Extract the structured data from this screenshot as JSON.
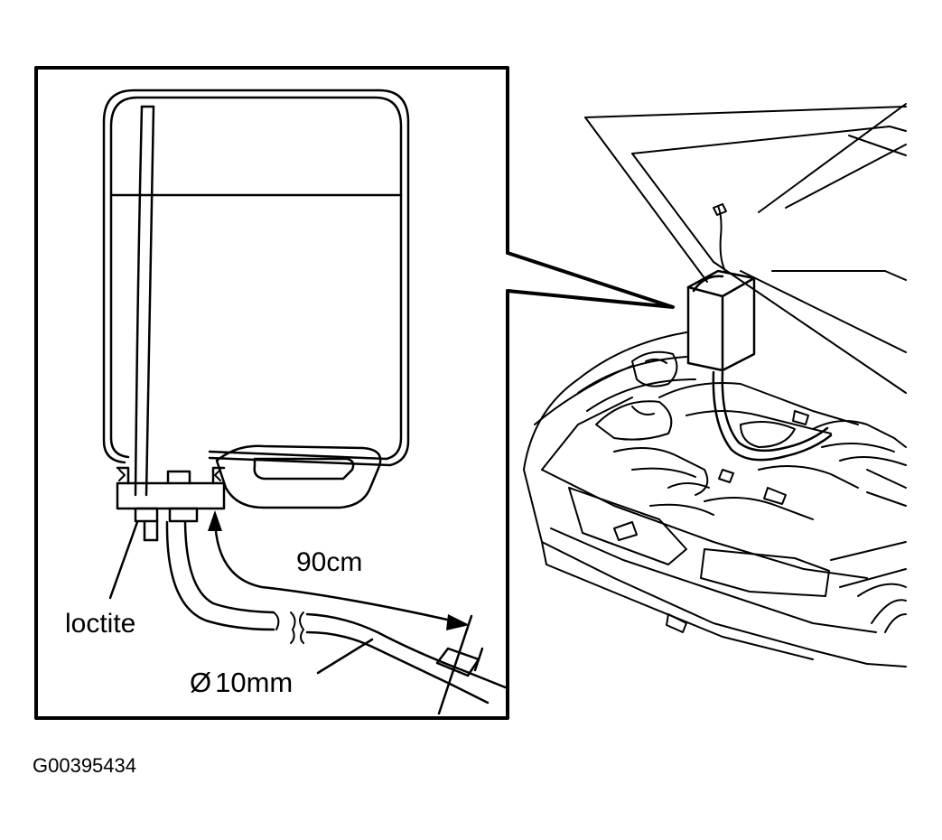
{
  "labels": {
    "length": "90cm",
    "sealant": "loctite",
    "diameter_symbol": "Ø",
    "diameter": "10mm",
    "figure_code": "G00395434"
  },
  "colors": {
    "ink": "#000000",
    "paper": "#ffffff"
  }
}
